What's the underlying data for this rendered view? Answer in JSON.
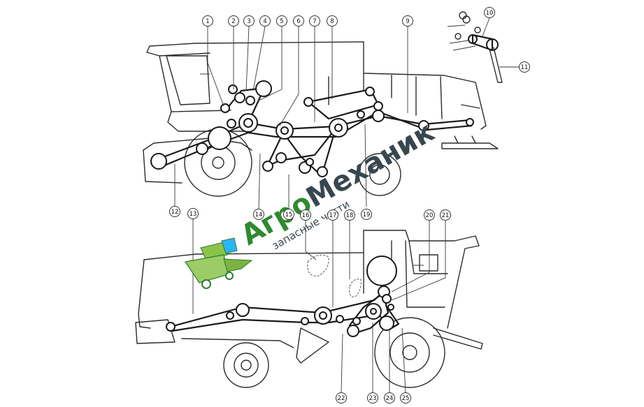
{
  "callouts": [
    "1",
    "2",
    "3",
    "4",
    "5",
    "6",
    "7",
    "8",
    "9",
    "10",
    "11",
    "12",
    "13",
    "14",
    "15",
    "16",
    "17",
    "18",
    "19",
    "20",
    "21",
    "22",
    "23",
    "24",
    "25"
  ],
  "watermark": {
    "brand_part1": "Агро",
    "brand_part2": "Механик",
    "tagline": "запасные части",
    "color_part1": "#2f8a2f",
    "color_part2": "#37474f"
  }
}
